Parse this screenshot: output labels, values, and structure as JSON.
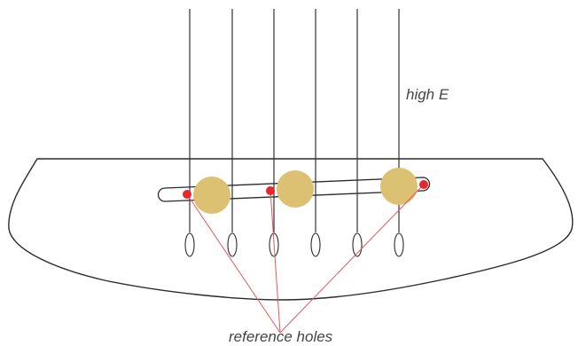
{
  "labels": {
    "string_label": "high E",
    "callout": "reference holes"
  },
  "colors": {
    "outline": "#2a2a2a",
    "string": "#333333",
    "bridge_pin_ball": "#dcc172",
    "reference_hole": "#e8262e",
    "leader_line": "#e05a5a"
  },
  "string_count": 6,
  "pin_ball_count": 3,
  "reference_hole_count": 3
}
